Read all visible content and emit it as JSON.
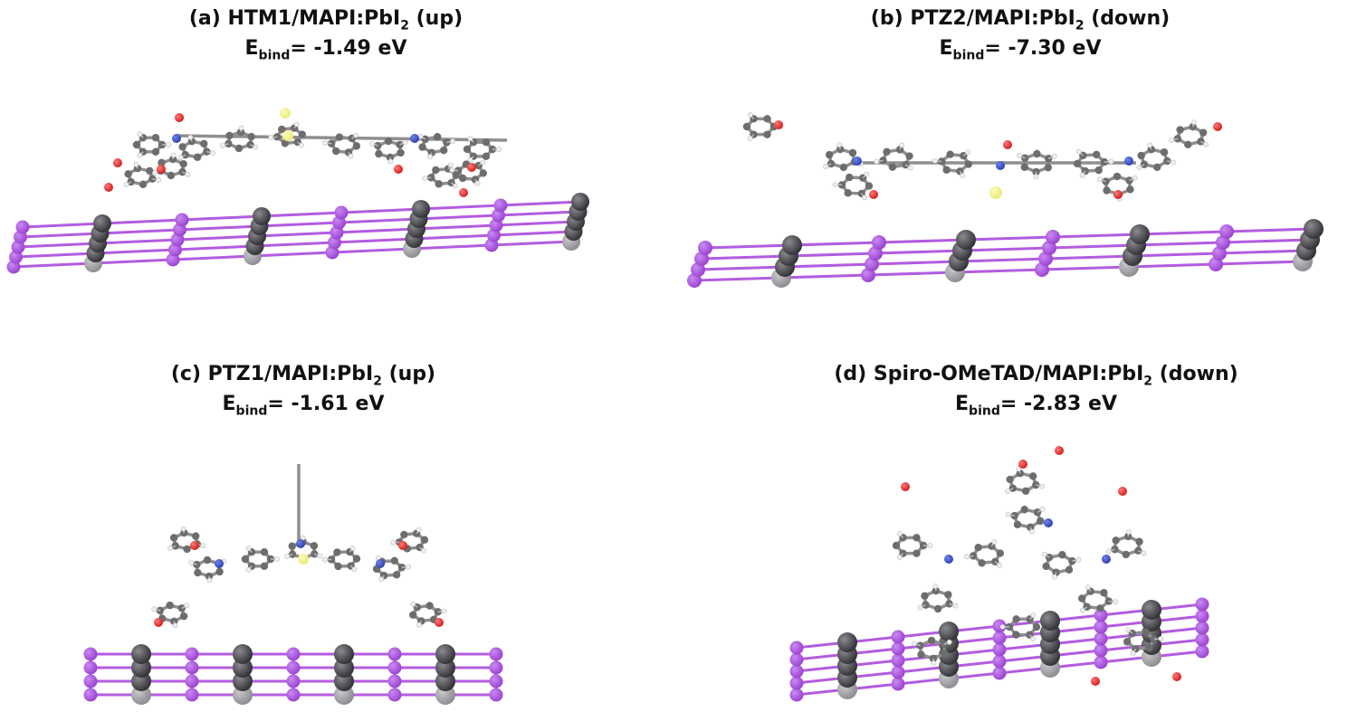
{
  "panels": [
    {
      "label": "(a)  HTM1/MAPI:PbI",
      "sub": "2",
      "tail": " (up)",
      "e_pre": "E",
      "e_sub": "bind",
      "e_val": "= -1.49 eV"
    },
    {
      "label": "(b) PTZ2/MAPI:PbI",
      "sub": "2",
      "tail": " (down)",
      "e_pre": "E",
      "e_sub": "bind",
      "e_val": "= -7.30 eV"
    },
    {
      "label": "(c) PTZ1/MAPI:PbI",
      "sub": "2",
      "tail": " (up)",
      "e_pre": "E",
      "e_sub": "bind",
      "e_val": "= -1.61 eV"
    },
    {
      "label": "(d) Spiro-OMeTAD/MAPI:PbI",
      "sub": "2",
      "tail": " (down)",
      "e_pre": "E",
      "e_sub": "bind",
      "e_val": "= -2.83 eV"
    }
  ],
  "colors": {
    "iodine": "#9b3fd1",
    "iodine_bond": "#b35ce0",
    "lead_dark": "#2e2e33",
    "lead_light": "#8a8a8f",
    "carbon": "#6d6d6d",
    "bond": "#8f8f8f",
    "hydrogen": "#f0f0f0",
    "oxygen": "#d11a1a",
    "nitrogen": "#2a3fb0",
    "sulfur": "#eaea70"
  }
}
